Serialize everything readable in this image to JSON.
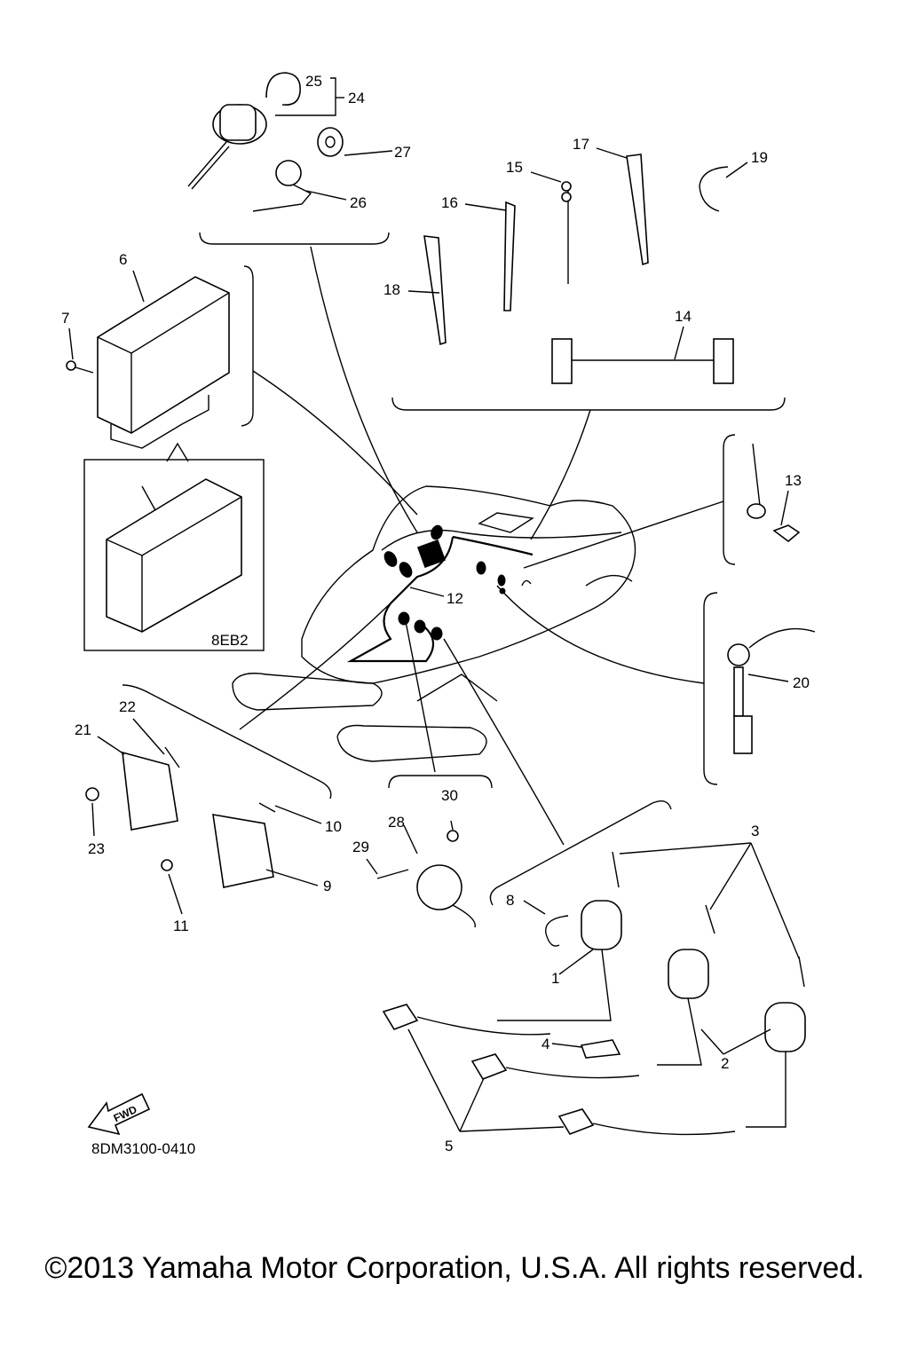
{
  "callouts": [
    "1",
    "2",
    "3",
    "4",
    "5",
    "6",
    "7",
    "8",
    "9",
    "10",
    "11",
    "12",
    "13",
    "14",
    "15",
    "16",
    "17",
    "18",
    "19",
    "20",
    "21",
    "22",
    "23",
    "24",
    "25",
    "26",
    "27",
    "28",
    "29",
    "30"
  ],
  "inset_code": "8EB2",
  "fwd_label": "FWD",
  "diagram_code": "8DM3100-0410",
  "copyright": "©2013 Yamaha Motor Corporation, U.S.A. All rights reserved."
}
